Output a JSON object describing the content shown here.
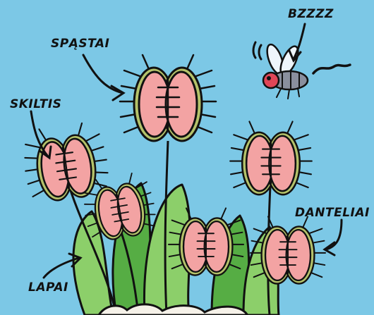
{
  "labels": {
    "bzzz": "BZZZZ",
    "spastai": "SPĄSTAI",
    "skiltis": "SKILTIS",
    "danteliai": "DANTELIAI",
    "lapai": "LAPAI"
  },
  "colors": {
    "background": "#7cc8e6",
    "leaf_light": "#8ccf6a",
    "leaf_dark": "#56ad44",
    "trap_pink": "#f3a3a3",
    "trap_rim": "#b4c26a",
    "fly_body": "#8a8f9e",
    "fly_eye": "#e04657",
    "outline": "#111111"
  },
  "icons": [
    "fly-icon",
    "venus-flytrap-plant-icon",
    "arrow-icon"
  ]
}
